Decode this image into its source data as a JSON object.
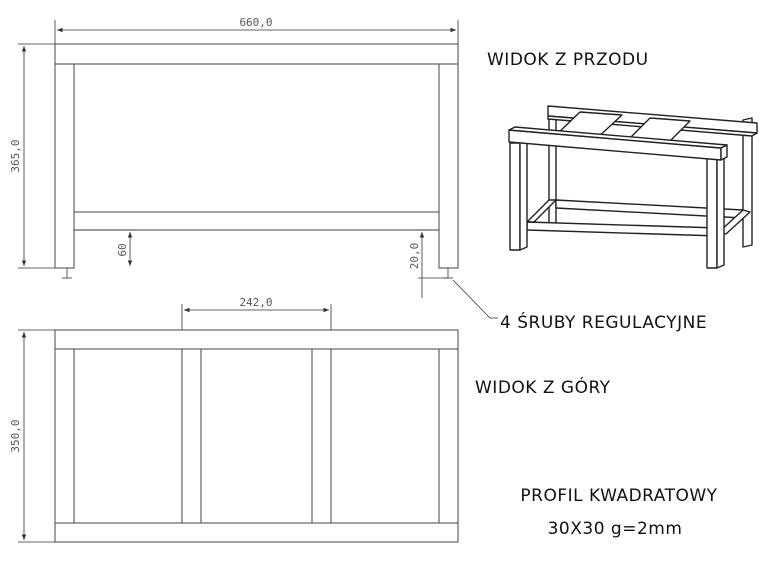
{
  "front_view": {
    "title": "WIDOK Z PRZODU",
    "dim_width": "660,0",
    "dim_height": "365,0",
    "dim_shelf": "60",
    "dim_foot": "20,0"
  },
  "top_view": {
    "title": "WIDOK Z GÓRY",
    "dim_span": "242,0",
    "dim_depth": "350,0"
  },
  "callout": {
    "text": "4 ŚRUBY REGULACYJNE"
  },
  "profile": {
    "line1": "PROFIL KWADRATOWY",
    "line2": "30X30 g=2mm"
  },
  "colors": {
    "line": "#444444",
    "text": "#111111",
    "dimension": "#555555"
  }
}
